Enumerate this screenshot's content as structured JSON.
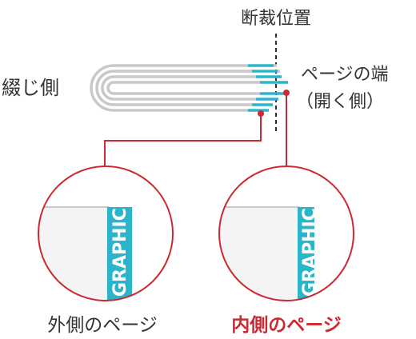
{
  "labels": {
    "cut_position": "断裁位置",
    "binding_side": "綴じ側",
    "page_edge_line1": "ページの端",
    "page_edge_line2": "（開く側）",
    "outer_page": "外側のページ",
    "inner_page": "内側のページ"
  },
  "magnifier_text": {
    "outer": "GRAPHIC",
    "inner": "GRAPHIC"
  },
  "colors": {
    "accent_red": "#cc2a32",
    "cyan": "#2bb5ca",
    "page_gray": "#c8c8c8",
    "text": "#333333"
  }
}
